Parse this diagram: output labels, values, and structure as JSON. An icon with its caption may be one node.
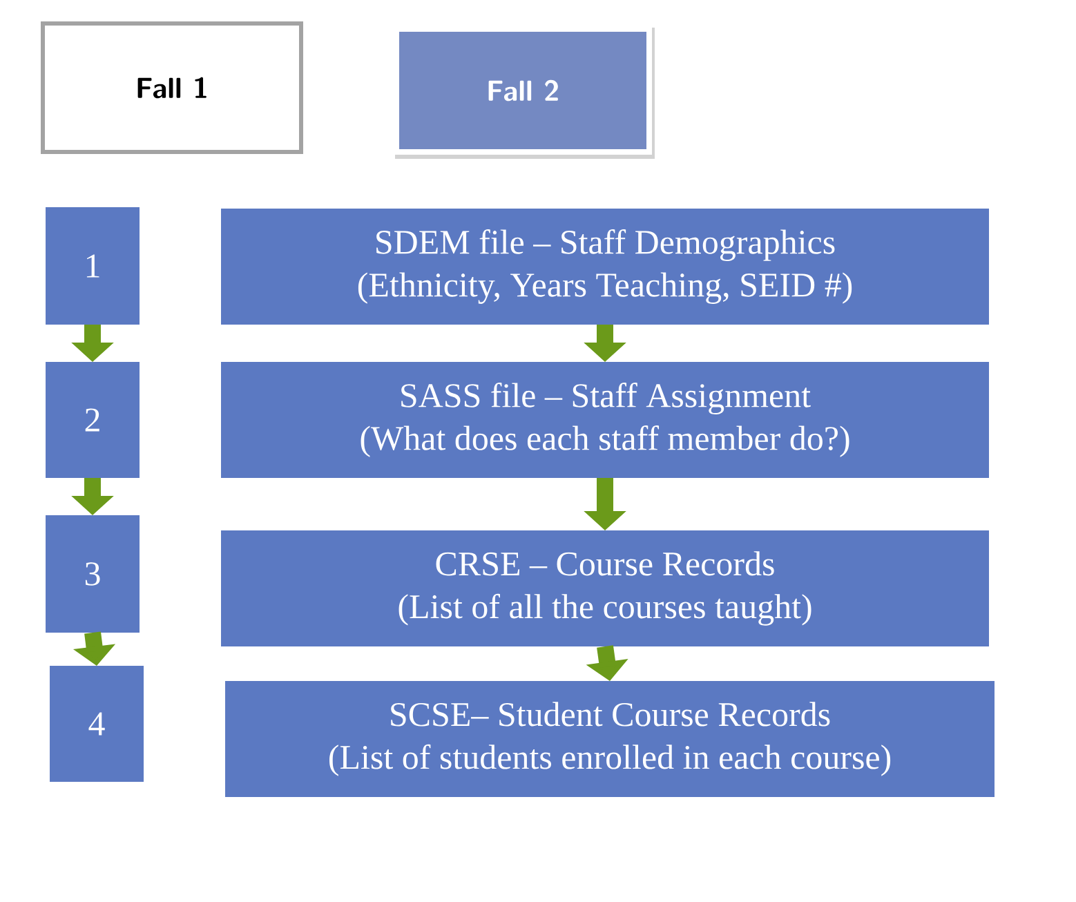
{
  "diagram": {
    "nodes": [
      {
        "text": [
          "Fall 1"
        ]
      },
      {
        "text": [
          "Fall 2"
        ]
      },
      {
        "text": [
          "1"
        ]
      },
      {
        "text": [
          "2"
        ]
      },
      {
        "text": [
          "3"
        ]
      },
      {
        "text": [
          "4"
        ]
      },
      {
        "text": [
          "SDEM file – Staff Demographics",
          "(Ethnicity, Years Teaching, SEID #)"
        ]
      },
      {
        "text": [
          "SASS file – Staff Assignment",
          "(What does each staff member do?)"
        ]
      },
      {
        "text": [
          "CRSE – Course Records",
          "(List of all the courses taught)"
        ]
      },
      {
        "text": [
          "SCSE– Student Course Records",
          "(List of students enrolled in each course)"
        ]
      }
    ],
    "edges": [
      {
        "from": 2,
        "to": 3,
        "arrow": "to"
      },
      {
        "from": 3,
        "to": 4,
        "arrow": "to"
      },
      {
        "from": 4,
        "to": 5,
        "arrow": "to"
      },
      {
        "from": 6,
        "to": 7,
        "arrow": "to"
      },
      {
        "from": 7,
        "to": 8,
        "arrow": "to"
      },
      {
        "from": 8,
        "to": 9,
        "arrow": "to"
      }
    ]
  }
}
